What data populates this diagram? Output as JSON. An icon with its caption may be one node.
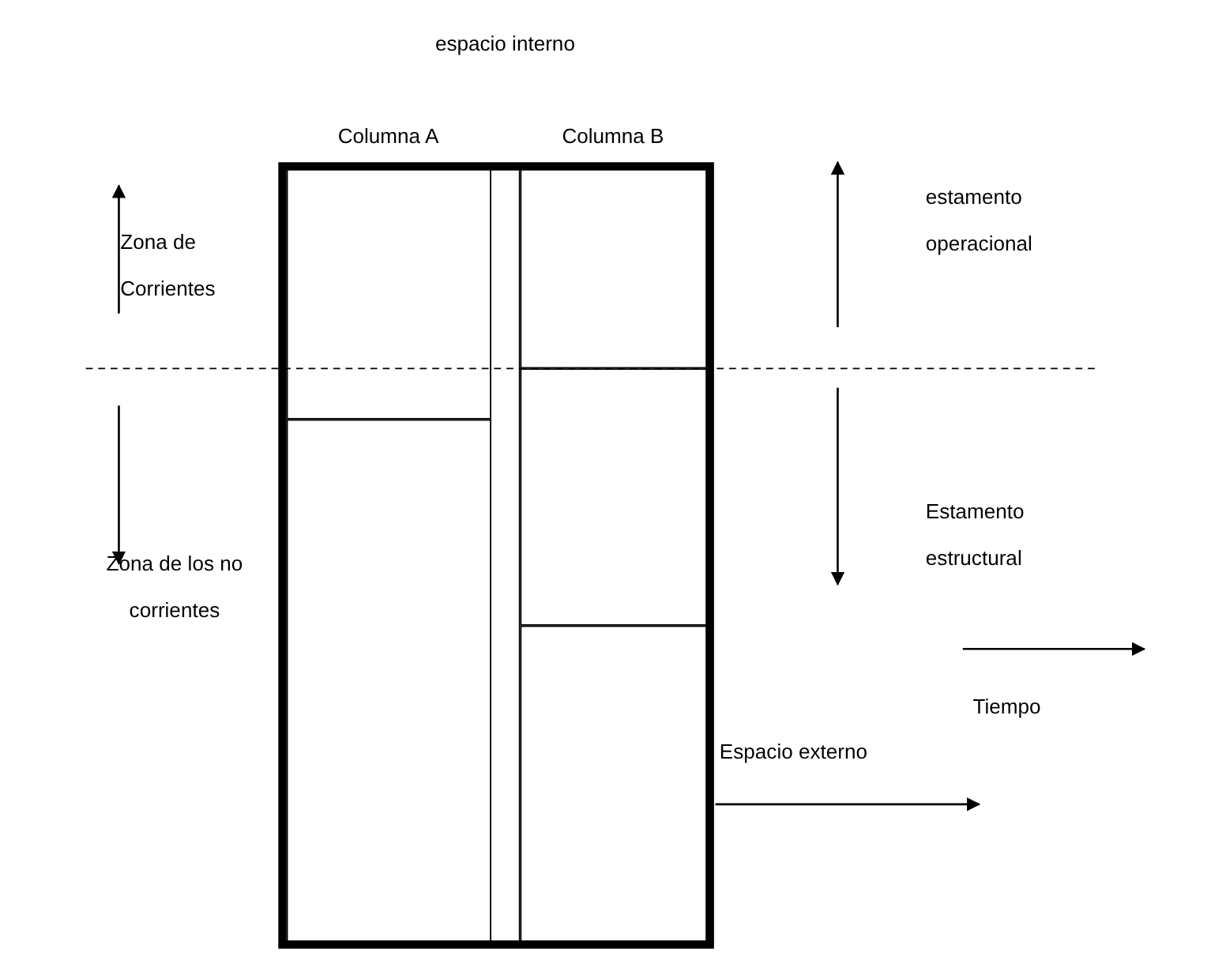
{
  "diagram": {
    "nodes": [
      {
        "text": [
          "Columna A"
        ]
      },
      {
        "text": [],
        "shape": "box",
        "in": 0
      },
      {
        "text": [],
        "shape": "box",
        "in": 0
      },
      {
        "text": [
          "Columna B"
        ]
      },
      {
        "text": [],
        "shape": "box",
        "in": 3
      },
      {
        "text": [],
        "shape": "box",
        "in": 3
      },
      {
        "text": [],
        "shape": "box",
        "in": 3
      }
    ],
    "labels": [
      "espacio interno",
      "Zona de Corrientes",
      "estamento operacional",
      "Estamento estructural",
      "Zona de los no corrientes",
      "Tiempo",
      "Espacio externo"
    ]
  }
}
